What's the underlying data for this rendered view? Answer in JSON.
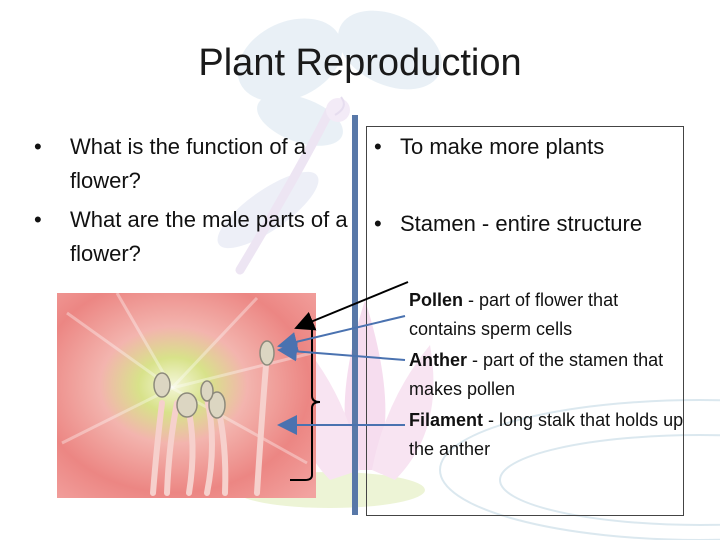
{
  "slide": {
    "title": "Plant Reproduction",
    "left_bullets": [
      "What is the function of a flower?",
      "What are the male parts of a flower?"
    ],
    "right_bullets": [
      "To make more plants",
      "Stamen - entire structure"
    ],
    "sub_items": [
      {
        "term": "Pollen",
        "rest": " - part of flower that contains sperm cells"
      },
      {
        "term": "Anther",
        "rest": " - part of the stamen that makes pollen"
      },
      {
        "term": "Filament",
        "rest": " - long stalk that holds up the anther"
      }
    ],
    "bullet_glyph": "•"
  },
  "colors": {
    "divider": "#5878a8",
    "arrow_blue": "#4a72b0",
    "arrow_black": "#000000",
    "flower_pink": "#f08c8c",
    "flower_center": "#d8e28a"
  }
}
